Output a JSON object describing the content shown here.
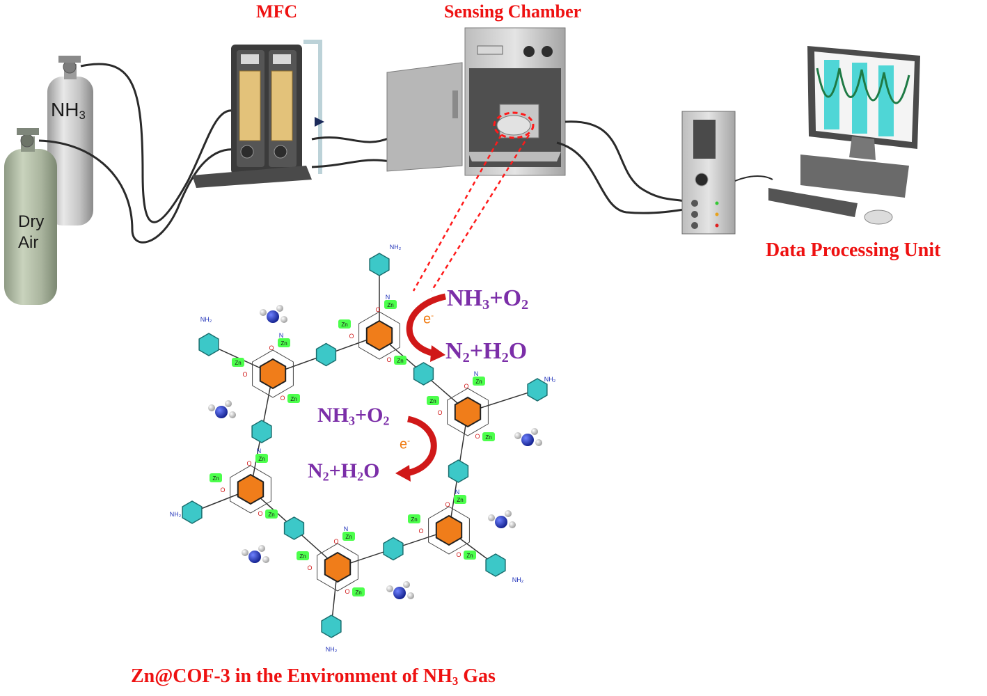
{
  "labels": {
    "mfc": "MFC",
    "sensing_chamber": "Sensing Chamber",
    "data_processing_unit": "Data Processing Unit",
    "caption_prefix": "Zn@COF-3 in the Environment of NH",
    "caption_sub": "3",
    "caption_suffix": " Gas"
  },
  "cylinders": {
    "nh3": {
      "main": "NH",
      "sub": "3"
    },
    "dry_air": {
      "line1": "Dry",
      "line2": "Air"
    }
  },
  "reactions": {
    "top": {
      "reactant": {
        "a": "NH",
        "a_sub": "3",
        "b": "+O",
        "b_sub": "2"
      },
      "product": {
        "a": "N",
        "a_sub": "2",
        "b": "+H",
        "b_sub": "2",
        "c": "O"
      },
      "electron": {
        "base": "e",
        "sup": "-"
      }
    },
    "center": {
      "reactant": {
        "a": "NH",
        "a_sub": "3",
        "b": "+O",
        "b_sub": "2"
      },
      "product": {
        "a": "N",
        "a_sub": "2",
        "b": "+H",
        "b_sub": "2",
        "c": "O"
      },
      "electron": {
        "base": "e",
        "sup": "-"
      }
    }
  },
  "atoms": {
    "zn": "Zn",
    "n": "N",
    "o": "O",
    "nh2": "NH₂",
    "nh2_short": "NH₂"
  },
  "colors": {
    "label_red": "#ee1111",
    "reaction_purple": "#7b2ea8",
    "electron_orange": "#f07a10",
    "core_orange": "#f07d1a",
    "linker_cyan": "#3cc8c8",
    "zn_green": "#4cff4c",
    "nitrogen_blue": "#1d2fb8"
  }
}
